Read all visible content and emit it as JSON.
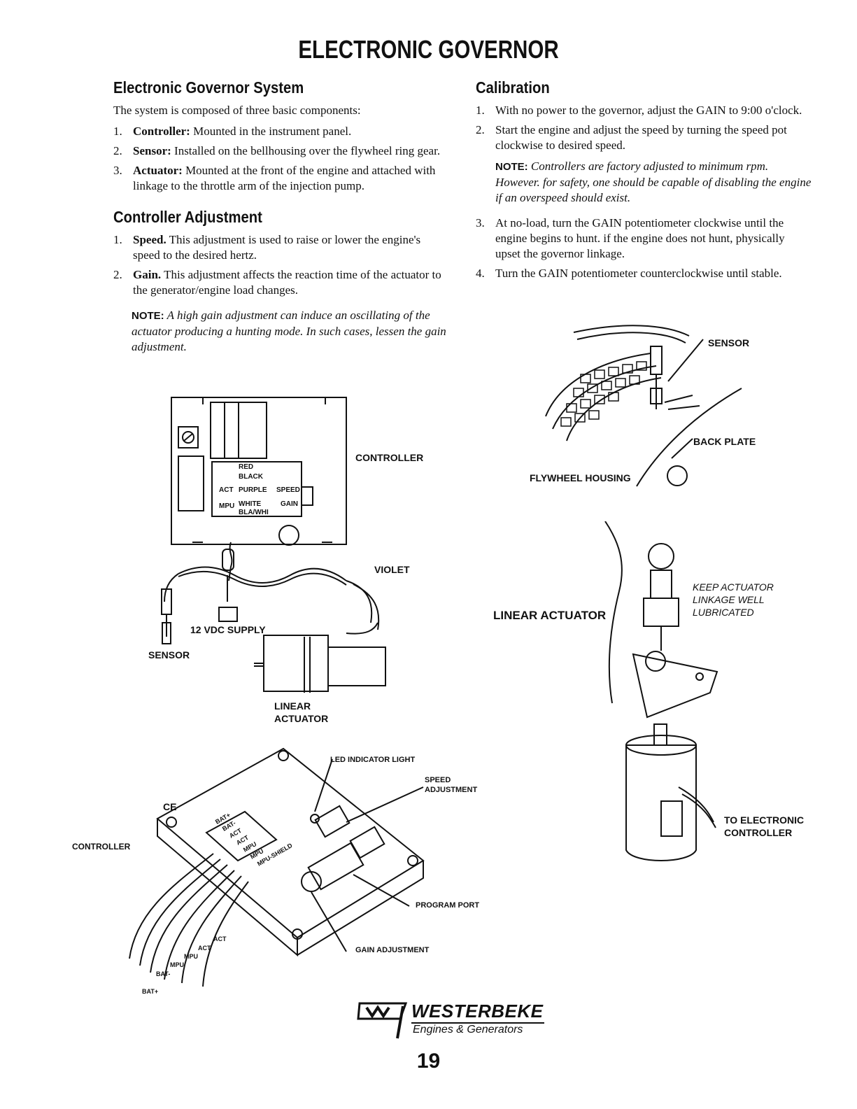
{
  "page": {
    "title": "ELECTRONIC GOVERNOR",
    "page_number": "19"
  },
  "governor_system": {
    "heading": "Electronic Governor System",
    "intro": "The system is composed of three basic components:",
    "items": [
      {
        "num": "1.",
        "term": "Controller:",
        "text": " Mounted in the instrument panel."
      },
      {
        "num": "2.",
        "term": "Sensor:",
        "text": " Installed on the bellhousing over the flywheel ring gear."
      },
      {
        "num": "3.",
        "term": "Actuator:",
        "text": " Mounted at the front of the engine and attached with linkage to the throttle arm of the injection pump."
      }
    ]
  },
  "controller_adjustment": {
    "heading": "Controller Adjustment",
    "items": [
      {
        "num": "1.",
        "term": "Speed.",
        "text": " This adjustment is used to raise or lower the engine's speed to the desired hertz."
      },
      {
        "num": "2.",
        "term": "Gain.",
        "text": " This adjustment affects the reaction time of the actuator to the generator/engine load changes."
      }
    ],
    "note_label": "NOTE:",
    "note_text": " A high gain adjustment can induce an oscillating of the actuator producing a hunting mode. In such cases, lessen the gain adjustment."
  },
  "calibration": {
    "heading": "Calibration",
    "steps_a": [
      {
        "num": "1.",
        "text": "With no power to the governor, adjust the GAIN to 9:00 o'clock."
      },
      {
        "num": "2.",
        "text": "Start the engine and adjust the speed by turning the speed pot clockwise to desired speed."
      }
    ],
    "note_label": "NOTE:",
    "note_text": " Controllers are factory adjusted to minimum rpm. However. for safety, one should be capable of disabling the engine if an overspeed should exist.",
    "steps_b": [
      {
        "num": "3.",
        "text": "At no-load, turn the GAIN potentiometer clockwise until the engine begins to hunt. if the engine does not hunt, physically upset the governor linkage."
      },
      {
        "num": "4.",
        "text": "Turn the GAIN potentiometer counterclockwise until stable."
      }
    ]
  },
  "wiring_diagram": {
    "controller": "CONTROLLER",
    "red": "RED",
    "black": "BLACK",
    "act": "ACT",
    "purple": "PURPLE",
    "mpu": "MPU",
    "white": "WHITE",
    "blawht": "BLA/WHI",
    "speed": "SPEED",
    "gain": "GAIN",
    "violet": "VIOLET",
    "supply": "12 VDC SUPPLY",
    "sensor": "SENSOR",
    "linear_actuator": "LINEAR\nACTUATOR"
  },
  "sensor_diagram": {
    "sensor": "SENSOR",
    "back_plate": "BACK PLATE",
    "flywheel_housing": "FLYWHEEL HOUSING"
  },
  "actuator_diagram": {
    "linear_actuator": "LINEAR ACTUATOR",
    "keep_note": "KEEP ACTUATOR\nLINKAGE WELL\nLUBRICATED",
    "to_controller": "TO ELECTRONIC\nCONTROLLER"
  },
  "controller_diagram": {
    "controller": "CONTROLLER",
    "led": "LED INDICATOR LIGHT",
    "speed_adj": "SPEED\nADJUSTMENT",
    "program_port": "PROGRAM PORT",
    "gain_adj": "GAIN ADJUSTMENT",
    "terminals": [
      "BAT+",
      "BAT-",
      "ACT",
      "ACT",
      "MPU",
      "MPU",
      "MPU-SHIELD"
    ],
    "wire_tags": [
      "ACT",
      "ACT",
      "MPU",
      "MPU",
      "BAT-",
      "BAT+"
    ],
    "ce": "CE"
  },
  "brand": {
    "name": "WESTERBEKE",
    "tagline": "Engines & Generators"
  }
}
